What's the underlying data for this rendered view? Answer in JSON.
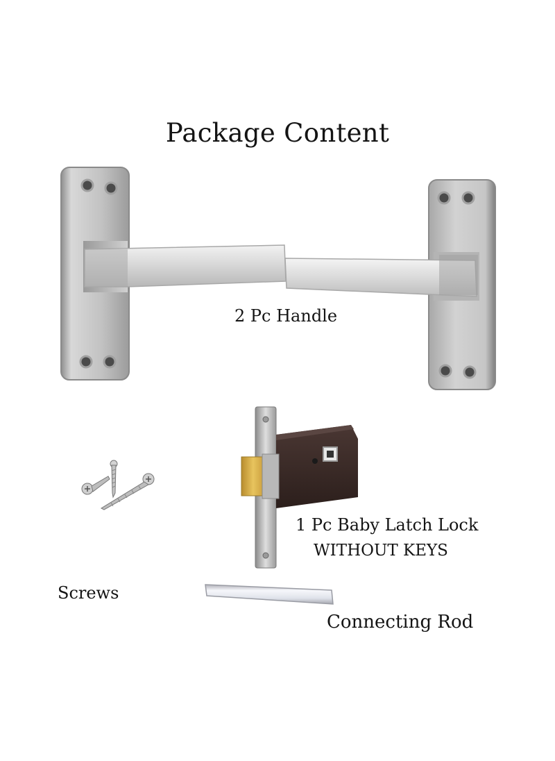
{
  "title": "Package Content",
  "items": {
    "handle": {
      "label": "2 Pc Handle",
      "icon": "lever-handle-icon"
    },
    "latch": {
      "label_line1": "1 Pc Baby Latch Lock",
      "label_line2": "WITHOUT KEYS",
      "icon": "latch-lock-icon"
    },
    "screws": {
      "label": "Screws",
      "icon": "screw-icon"
    },
    "rod": {
      "label": "Connecting Rod",
      "icon": "connecting-rod-icon"
    }
  },
  "colors": {
    "background": "#ffffff",
    "text": "#141414",
    "steel": "#c4c4c4",
    "latch_body": "#3a2a26",
    "brass": "#d8b04a"
  }
}
